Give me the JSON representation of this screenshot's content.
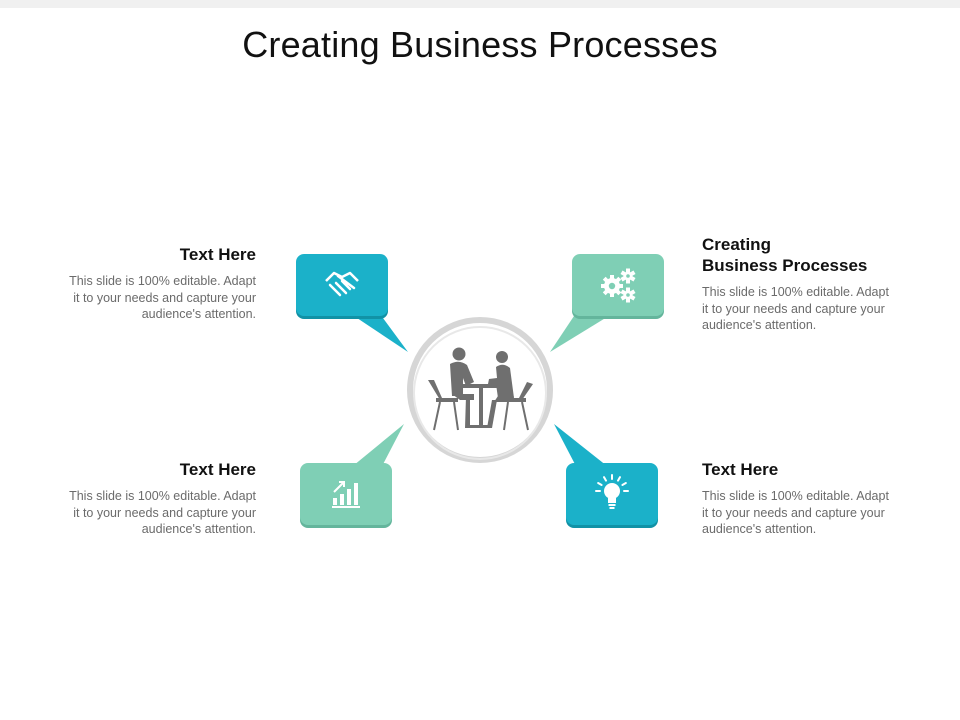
{
  "title": "Creating Business Processes",
  "colors": {
    "teal": "#1bb1c9",
    "teal_shadow": "#1192a6",
    "mint": "#7fcfb5",
    "mint_shadow": "#64b59c",
    "ring": "#cccccc",
    "figures": "#6f6f6f",
    "heading": "#111111",
    "body": "#6b6b6b"
  },
  "center": {
    "icon": "business-meeting-icon"
  },
  "items": [
    {
      "id": "top-left",
      "heading": "Text Here",
      "icon": "handshake-icon",
      "color": "teal",
      "body": [
        "This slide is 100% editable. Adapt",
        "it to your needs and capture your",
        "audience's attention."
      ]
    },
    {
      "id": "top-right",
      "heading": "Creating\nBusiness Processes",
      "icon": "gears-icon",
      "color": "mint",
      "body": [
        "This slide is 100% editable. Adapt",
        "it to your needs and capture your",
        "audience's attention."
      ]
    },
    {
      "id": "bottom-left",
      "heading": "Text Here",
      "icon": "growth-chart-icon",
      "color": "mint",
      "body": [
        "This slide is 100% editable. Adapt",
        "it to your needs and capture your",
        "audience's attention."
      ]
    },
    {
      "id": "bottom-right",
      "heading": "Text Here",
      "icon": "lightbulb-icon",
      "color": "teal",
      "body": [
        "This slide is 100% editable. Adapt",
        "it to your needs and capture your",
        "audience's attention."
      ]
    }
  ]
}
